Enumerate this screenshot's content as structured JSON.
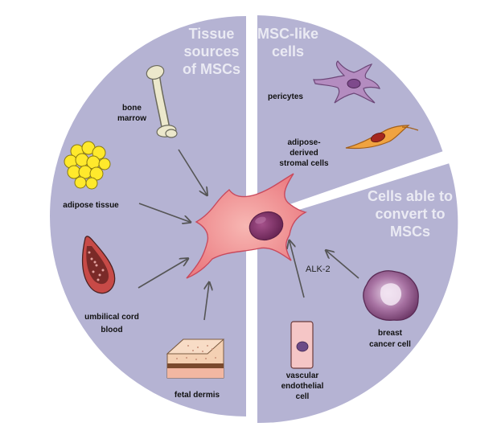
{
  "sections": {
    "tissue_sources": {
      "title_lines": [
        "Tissue",
        "sources",
        "of MSCs"
      ],
      "labels": {
        "bone_marrow": [
          "bone",
          "marrow"
        ],
        "adipose_tissue": [
          "adipose tissue"
        ],
        "umbilical_cord_blood": [
          "umbilical cord",
          "blood"
        ],
        "fetal_dermis": [
          "fetal dermis"
        ]
      }
    },
    "msc_like": {
      "title_lines": [
        "MSC-like",
        "cells"
      ],
      "labels": {
        "pericytes": [
          "pericytes"
        ],
        "adipose_derived": [
          "adipose-",
          "derived",
          "stromal cells"
        ]
      }
    },
    "convert": {
      "title_lines": [
        "Cells able to",
        "convert to",
        "MSCs"
      ],
      "labels": {
        "alk2": [
          "ALK-2"
        ],
        "vascular_endothelial": [
          "vascular",
          "endothelial",
          "cell"
        ],
        "breast_cancer": [
          "breast",
          "cancer cell"
        ]
      }
    }
  },
  "colors": {
    "wedge_fill": "#b5b3d3",
    "background": "#ffffff",
    "msc_body": "#f08d8e",
    "msc_nucleus": "#7a2c62",
    "fat_cells": "#ffe92c",
    "bone": "#ece8cc",
    "pericyte": "#b48cc0",
    "stromal_cell": "#f0a340",
    "cancer_cell": "#9a5a93",
    "endothelial": "#f5c6c6",
    "arrow": "#555555"
  }
}
